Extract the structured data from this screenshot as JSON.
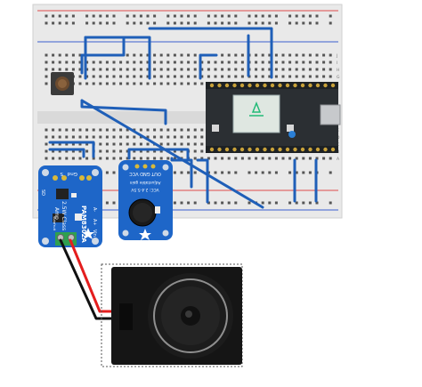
{
  "amp_board": {
    "brand": "Adafruit",
    "model_text": "PAM8302A",
    "spec_text": "2.5W Class D",
    "amp_text": "Amp",
    "pins_top": [
      "S",
      "Gnd"
    ],
    "pins_side": [
      "A-",
      "A+",
      "Vin"
    ],
    "pin_bottom": "SD"
  },
  "mic_board": {
    "pins_text": "OUT GND VCC",
    "label_line1": "Adjustable gain",
    "label_line2": "VCC: 2.4-5.5V"
  },
  "row_letters": [
    "J",
    "I",
    "H",
    "G",
    "F",
    "E",
    "D",
    "C",
    "B",
    "A"
  ],
  "colors": {
    "wire_blue": "#1f5fb8",
    "wire_red": "#e41e1e",
    "wire_black": "#111111",
    "breadboard": "#e9e9e9",
    "rail_red": "#e04a4a",
    "rail_blue": "#3a5fcf",
    "board_blue": "#1e66c8",
    "photon": "#2b2f33",
    "speaker": "#151515"
  },
  "icons": [
    "push-button-icon",
    "speaker-icon",
    "microphone-icon",
    "wifi-module-icon",
    "usb-port-icon",
    "logo-star-icon"
  ]
}
